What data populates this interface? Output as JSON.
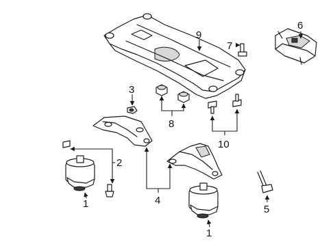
{
  "diagram": {
    "callouts": {
      "c1a": "1",
      "c1b": "1",
      "c2": "2",
      "c3": "3",
      "c4": "4",
      "c5": "5",
      "c6": "6",
      "c7": "7",
      "c8": "8",
      "c9": "9",
      "c10": "10"
    }
  }
}
